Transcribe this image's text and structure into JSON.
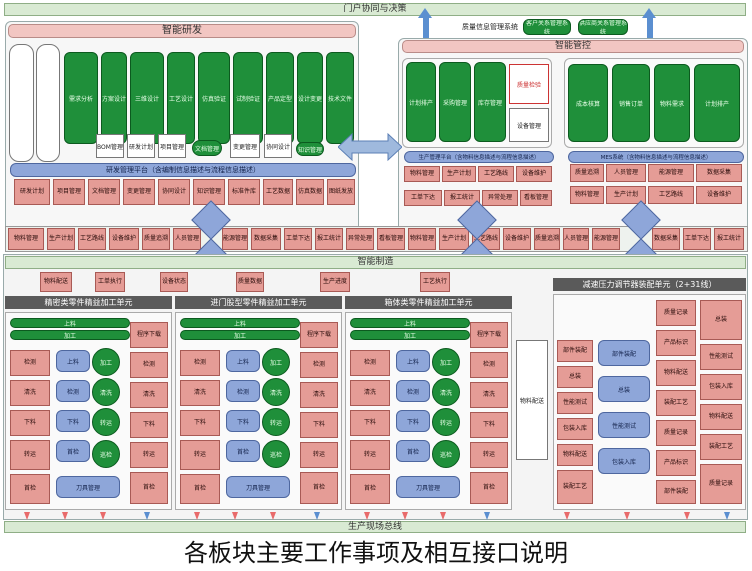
{
  "top_bar": "门户协同与决策",
  "top_center_label": "质量信息管理系统",
  "top_right_boxes": [
    "客户关系管理系统",
    "供应商关系管理系统"
  ],
  "panels": {
    "rd": {
      "title": "智能研发",
      "mid_label": "研发管理平台（含编制信息描述与流程信息描述）"
    },
    "mgmt": {
      "title": "智能管控",
      "mid_left": "生产管理平台（含物料信息描述与流程信息描述）",
      "mid_right": "MES系统（含物料信息描述与流程信息描述）"
    },
    "mfg": {
      "title": "智能制造"
    },
    "units": [
      {
        "title": "精密类零件精益加工单元"
      },
      {
        "title": "进门股型零件精益加工单元"
      },
      {
        "title": "箱体类零件精益加工单元"
      }
    ],
    "assembly": {
      "title": "减速压力调节器装配单元（2+31线）"
    }
  },
  "bottom_bar": "生产现场总线",
  "caption": "各板块主要工作事项及相互接口说明",
  "colors": {
    "green": "#1f8f3a",
    "red": "#e59c96",
    "blue": "#8ea6d9",
    "bar": "#d9ead3",
    "head": "#f2c6c2",
    "arrow": "#5b8fd0"
  },
  "labels": {
    "rd_cells": [
      "需求分析",
      "方案设计",
      "三维设计",
      "工艺设计",
      "仿真验证",
      "试制验证",
      "产品定型",
      "设计变更",
      "技术文件",
      "BOM管理"
    ],
    "rd_bottom": [
      "研发计划",
      "项目管理",
      "文档管理",
      "变更管理",
      "协同设计",
      "知识管理",
      "标准件库",
      "工艺数据",
      "仿真数据",
      "图纸发放"
    ],
    "mgmt_cells": [
      "计划排产",
      "采购管理",
      "库存管理",
      "质量检验",
      "设备管理",
      "成本核算",
      "销售订单",
      "物料需求"
    ],
    "strip_cells": [
      "物料管理",
      "生产计划",
      "工艺路线",
      "设备维护",
      "质量追溯",
      "人员管理",
      "能源管理",
      "数据采集",
      "工单下达",
      "报工统计",
      "异常处理",
      "看板管理"
    ],
    "unit_cells": [
      "上料",
      "加工",
      "检测",
      "清洗",
      "下料",
      "转运",
      "首检",
      "巡检",
      "刀具管理",
      "程序下载"
    ],
    "assembly_cells": [
      "部件装配",
      "总装",
      "性能测试",
      "包装入库",
      "物料配送",
      "装配工艺",
      "质量记录",
      "产品标识"
    ],
    "mfg_top": [
      "物料配送",
      "工单执行",
      "设备状态",
      "质量数据",
      "生产进度",
      "工艺执行"
    ]
  }
}
